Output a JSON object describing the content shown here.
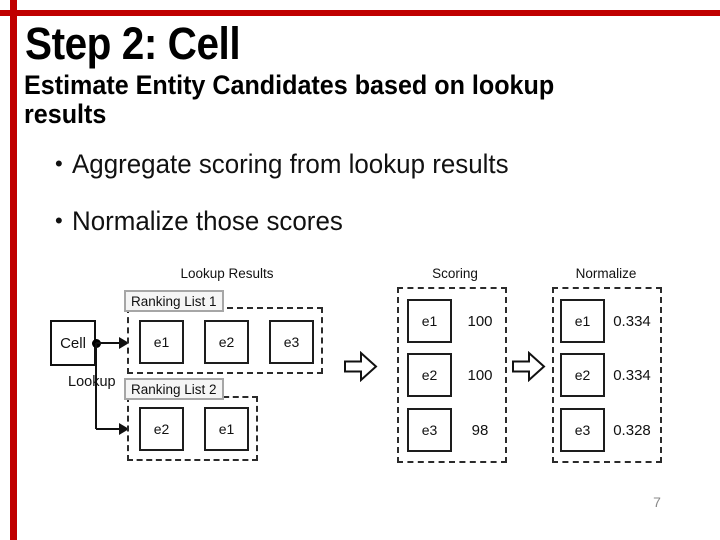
{
  "colors": {
    "accent_red": "#c00000",
    "page_number_gray": "#8a8a8a"
  },
  "slide": {
    "title": "Step 2: Cell",
    "subtitle_line1": "Estimate Entity Candidates based on lookup",
    "subtitle_line2": "results",
    "bullet_glyph": "•",
    "bullets": [
      "Aggregate scoring from lookup results",
      "Normalize those scores"
    ],
    "page_number": "7"
  },
  "diagram": {
    "lookup": {
      "title": "Lookup Results",
      "cell_label": "Cell",
      "arrow_label": "Lookup",
      "list1": {
        "label": "Ranking List 1",
        "entities": [
          "e1",
          "e2",
          "e3"
        ]
      },
      "list2": {
        "label": "Ranking List 2",
        "entities": [
          "e2",
          "e1"
        ]
      }
    },
    "scoring": {
      "title": "Scoring",
      "rows": [
        {
          "entity": "e1",
          "value": "100"
        },
        {
          "entity": "e2",
          "value": "100"
        },
        {
          "entity": "e3",
          "value": "98"
        }
      ]
    },
    "normalize": {
      "title": "Normalize",
      "rows": [
        {
          "entity": "e1",
          "value": "0.334"
        },
        {
          "entity": "e2",
          "value": "0.334"
        },
        {
          "entity": "e3",
          "value": "0.328"
        }
      ]
    }
  }
}
